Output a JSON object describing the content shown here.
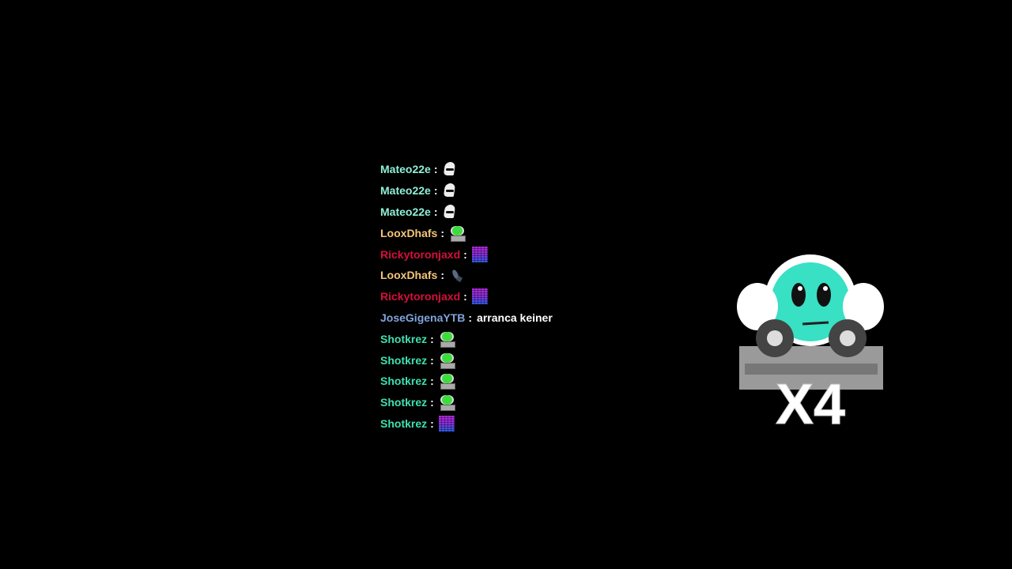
{
  "colors": {
    "Mateo22e": "#8ff0d6",
    "LooxDhafs": "#f5c57a",
    "Rickytoronjaxd": "#d4103c",
    "JoseGigenaYTB": "#7fa4dc",
    "Shotkrez": "#3ee0ae"
  },
  "chat": {
    "separator": ":",
    "messages": [
      {
        "user": "Mateo22e",
        "emote": "pepe-sunglasses-icon"
      },
      {
        "user": "Mateo22e",
        "emote": "pepe-sunglasses-icon"
      },
      {
        "user": "Mateo22e",
        "emote": "pepe-sunglasses-icon"
      },
      {
        "user": "LooxDhafs",
        "emote": "dj-green-icon"
      },
      {
        "user": "Rickytoronjaxd",
        "emote": "equalizer-icon"
      },
      {
        "user": "LooxDhafs",
        "emote": "bird-icon"
      },
      {
        "user": "Rickytoronjaxd",
        "emote": "equalizer-icon"
      },
      {
        "user": "JoseGigenaYTB",
        "text": "arranca keiner"
      },
      {
        "user": "Shotkrez",
        "emote": "dj-green-icon"
      },
      {
        "user": "Shotkrez",
        "emote": "dj-green-icon"
      },
      {
        "user": "Shotkrez",
        "emote": "dj-green-icon"
      },
      {
        "user": "Shotkrez",
        "emote": "dj-green-icon"
      },
      {
        "user": "Shotkrez",
        "emote": "equalizer-icon"
      }
    ]
  },
  "badge": {
    "label": "X4",
    "icon": "dj-mascot-icon"
  }
}
